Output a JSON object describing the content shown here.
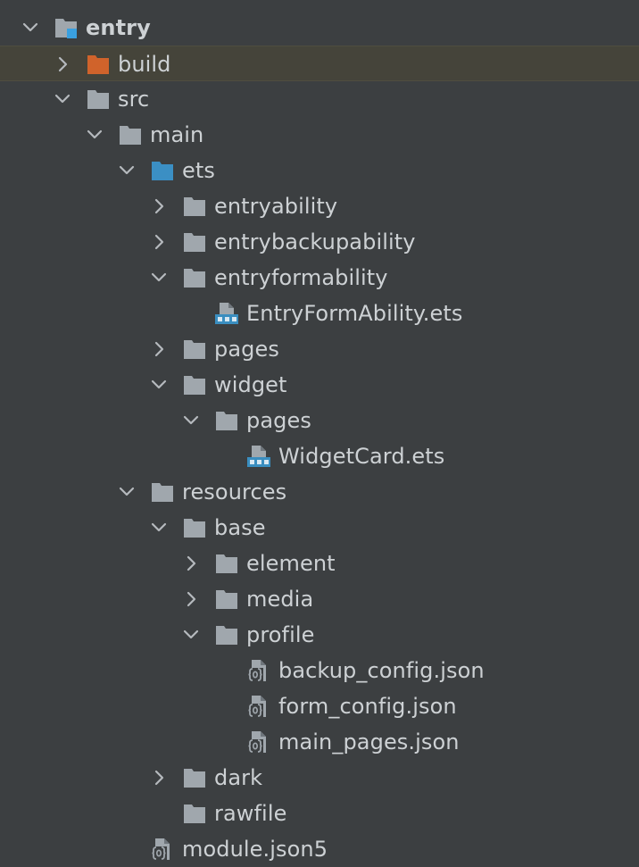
{
  "tree": {
    "rows": [
      {
        "label": "entry",
        "depth": 0,
        "expander": "expanded",
        "icon": "module-folder-icon",
        "bold": true,
        "selected": false
      },
      {
        "label": "build",
        "depth": 1,
        "expander": "collapsed",
        "icon": "excluded-folder-icon",
        "bold": false,
        "selected": true
      },
      {
        "label": "src",
        "depth": 1,
        "expander": "expanded",
        "icon": "folder-icon",
        "bold": false,
        "selected": false
      },
      {
        "label": "main",
        "depth": 2,
        "expander": "expanded",
        "icon": "folder-icon",
        "bold": false,
        "selected": false
      },
      {
        "label": "ets",
        "depth": 3,
        "expander": "expanded",
        "icon": "source-folder-icon",
        "bold": false,
        "selected": false
      },
      {
        "label": "entryability",
        "depth": 4,
        "expander": "collapsed",
        "icon": "folder-icon",
        "bold": false,
        "selected": false
      },
      {
        "label": "entrybackupability",
        "depth": 4,
        "expander": "collapsed",
        "icon": "folder-icon",
        "bold": false,
        "selected": false
      },
      {
        "label": "entryformability",
        "depth": 4,
        "expander": "expanded",
        "icon": "folder-icon",
        "bold": false,
        "selected": false
      },
      {
        "label": "EntryFormAbility.ets",
        "depth": 5,
        "expander": "none",
        "icon": "ets-file-icon",
        "bold": false,
        "selected": false
      },
      {
        "label": "pages",
        "depth": 4,
        "expander": "collapsed",
        "icon": "folder-icon",
        "bold": false,
        "selected": false
      },
      {
        "label": "widget",
        "depth": 4,
        "expander": "expanded",
        "icon": "folder-icon",
        "bold": false,
        "selected": false
      },
      {
        "label": "pages",
        "depth": 5,
        "expander": "expanded",
        "icon": "folder-icon",
        "bold": false,
        "selected": false
      },
      {
        "label": "WidgetCard.ets",
        "depth": 6,
        "expander": "none",
        "icon": "ets-file-icon",
        "bold": false,
        "selected": false
      },
      {
        "label": "resources",
        "depth": 3,
        "expander": "expanded",
        "icon": "folder-icon",
        "bold": false,
        "selected": false
      },
      {
        "label": "base",
        "depth": 4,
        "expander": "expanded",
        "icon": "folder-icon",
        "bold": false,
        "selected": false
      },
      {
        "label": "element",
        "depth": 5,
        "expander": "collapsed",
        "icon": "folder-icon",
        "bold": false,
        "selected": false
      },
      {
        "label": "media",
        "depth": 5,
        "expander": "collapsed",
        "icon": "folder-icon",
        "bold": false,
        "selected": false
      },
      {
        "label": "profile",
        "depth": 5,
        "expander": "expanded",
        "icon": "folder-icon",
        "bold": false,
        "selected": false
      },
      {
        "label": "backup_config.json",
        "depth": 6,
        "expander": "none",
        "icon": "json-file-icon",
        "bold": false,
        "selected": false
      },
      {
        "label": "form_config.json",
        "depth": 6,
        "expander": "none",
        "icon": "json-file-icon",
        "bold": false,
        "selected": false
      },
      {
        "label": "main_pages.json",
        "depth": 6,
        "expander": "none",
        "icon": "json-file-icon",
        "bold": false,
        "selected": false
      },
      {
        "label": "dark",
        "depth": 4,
        "expander": "collapsed",
        "icon": "folder-icon",
        "bold": false,
        "selected": false
      },
      {
        "label": "rawfile",
        "depth": 4,
        "expander": "none",
        "icon": "folder-icon",
        "bold": false,
        "selected": false
      },
      {
        "label": "module.json5",
        "depth": 3,
        "expander": "none",
        "icon": "json-file-icon",
        "bold": false,
        "selected": false
      }
    ]
  },
  "colors": {
    "background": "#3c3f41",
    "text": "#cdd1d4",
    "folder": "#a0a7ad",
    "source_folder": "#3b8fc4",
    "excluded_folder": "#d0632b",
    "module_badge": "#3aa0e0",
    "ets_badge": "#3a8ec0",
    "chevron": "#b5b9bd",
    "selection": "#45443a"
  }
}
